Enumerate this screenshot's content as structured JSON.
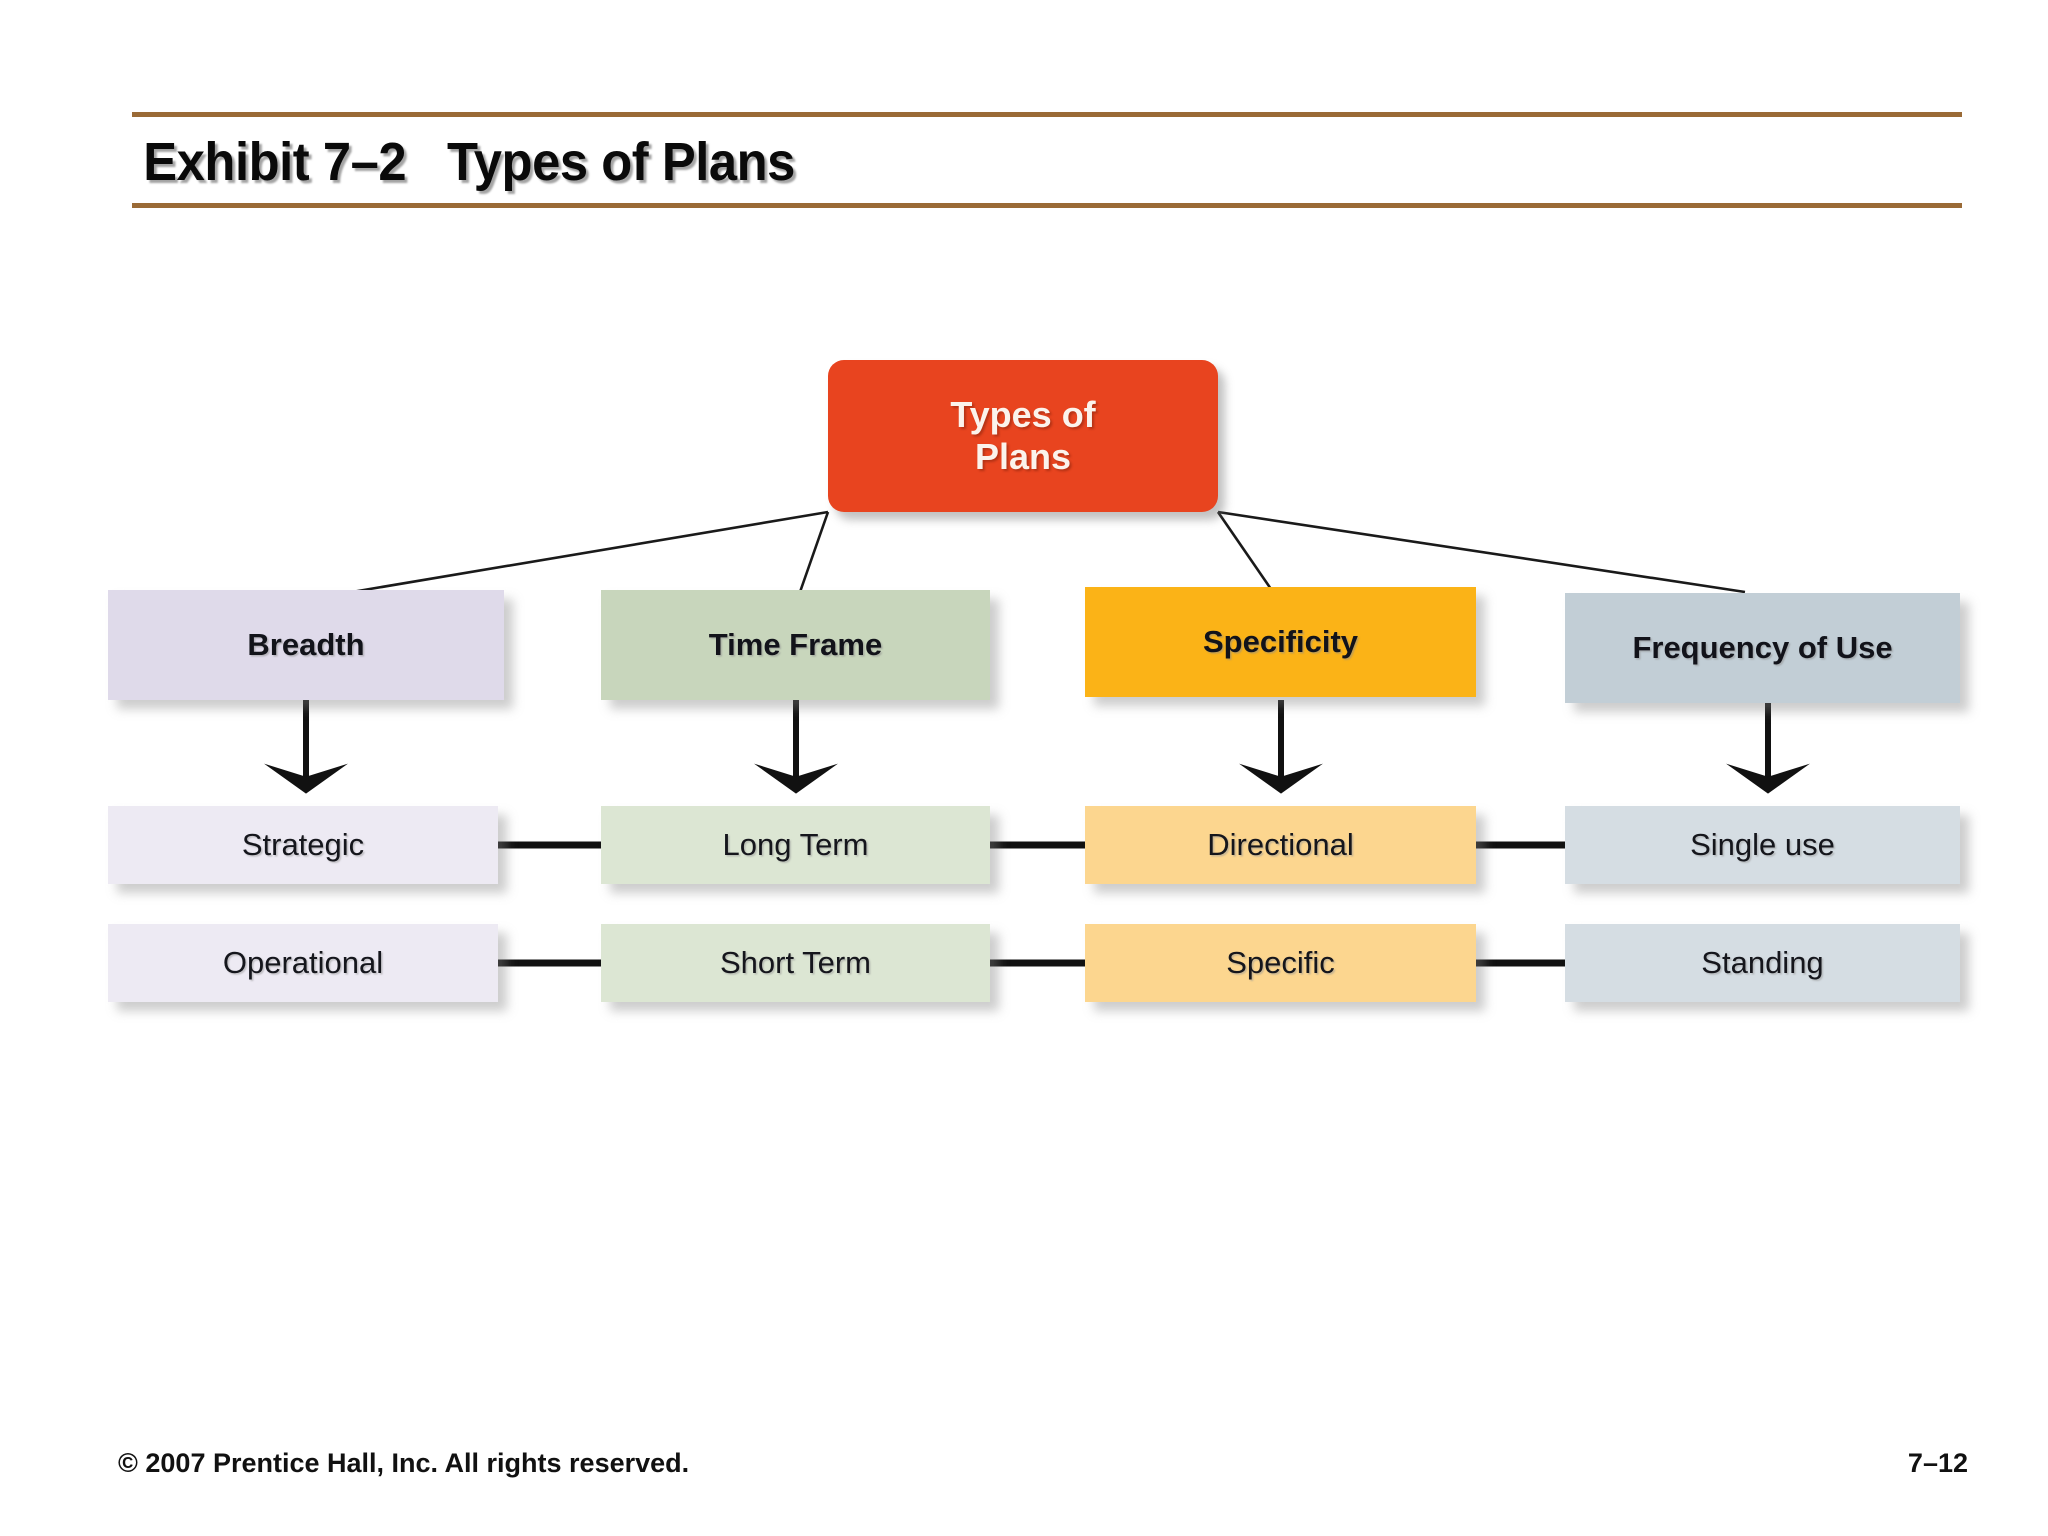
{
  "header": {
    "exhibit_label": "Exhibit 7–2",
    "title": "Types of Plans",
    "full_title": "Exhibit 7–2   Types of Plans",
    "rule_color": "#9A6A36"
  },
  "diagram": {
    "root": {
      "label": "Types of\nPlans",
      "line1": "Types of",
      "line2": "Plans",
      "color": "#E8441F",
      "text_color": "#FBF3EC"
    },
    "columns": [
      {
        "key": "breadth",
        "header": "Breadth",
        "header_color": "#DFDAEA",
        "leaf_color": "#EDEAF3",
        "leaves": [
          "Strategic",
          "Operational"
        ]
      },
      {
        "key": "time-frame",
        "header": "Time Frame",
        "header_color": "#C8D6BC",
        "leaf_color": "#DCE6D3",
        "leaves": [
          "Long Term",
          "Short Term"
        ]
      },
      {
        "key": "specificity",
        "header": "Specificity",
        "header_color": "#FBB317",
        "leaf_color": "#FCD68F",
        "leaves": [
          "Directional",
          "Specific"
        ]
      },
      {
        "key": "frequency-of-use",
        "header": "Frequency of Use",
        "header_color": "#C2CED6",
        "leaf_color": "#D5DDE3",
        "leaves": [
          "Single use",
          "Standing"
        ]
      }
    ]
  },
  "footer": {
    "copyright": "© 2007 Prentice Hall, Inc. All rights reserved.",
    "page_number": "7–12"
  }
}
